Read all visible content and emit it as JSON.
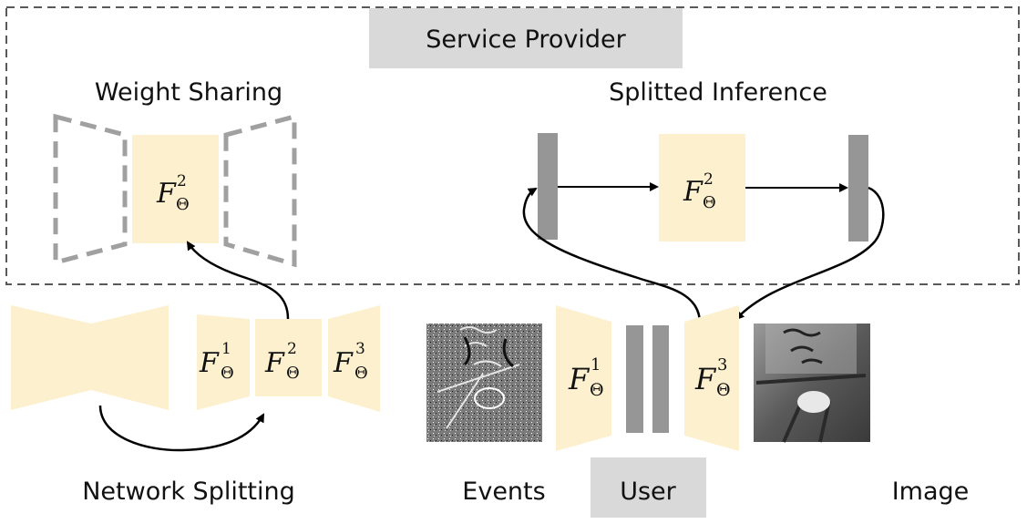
{
  "title": "Service Provider",
  "sections": {
    "weight_sharing": {
      "label": "Weight Sharing",
      "block": {
        "symbol": "F",
        "sup": "2",
        "sub": "Θ"
      }
    },
    "splitted_inference": {
      "label": "Splitted Inference",
      "block": {
        "symbol": "F",
        "sup": "2",
        "sub": "Θ"
      }
    },
    "network_splitting": {
      "label": "Network Splitting",
      "blocks": [
        {
          "symbol": "F",
          "sup": "1",
          "sub": "Θ"
        },
        {
          "symbol": "F",
          "sup": "2",
          "sub": "Θ"
        },
        {
          "symbol": "F",
          "sup": "3",
          "sub": "Θ"
        }
      ]
    },
    "user": {
      "label": "User",
      "input_label": "Events",
      "output_label": "Image",
      "encoder": {
        "symbol": "F",
        "sup": "1",
        "sub": "Θ"
      },
      "decoder": {
        "symbol": "F",
        "sup": "3",
        "sub": "Θ"
      }
    }
  },
  "colors": {
    "block_fill": "#fdf0cf",
    "feature_bar": "#969696",
    "label_box": "#d9d9d9",
    "dashed_border": "#595959",
    "dashed_shape": "#a0a0a0",
    "arrow": "#000000"
  }
}
